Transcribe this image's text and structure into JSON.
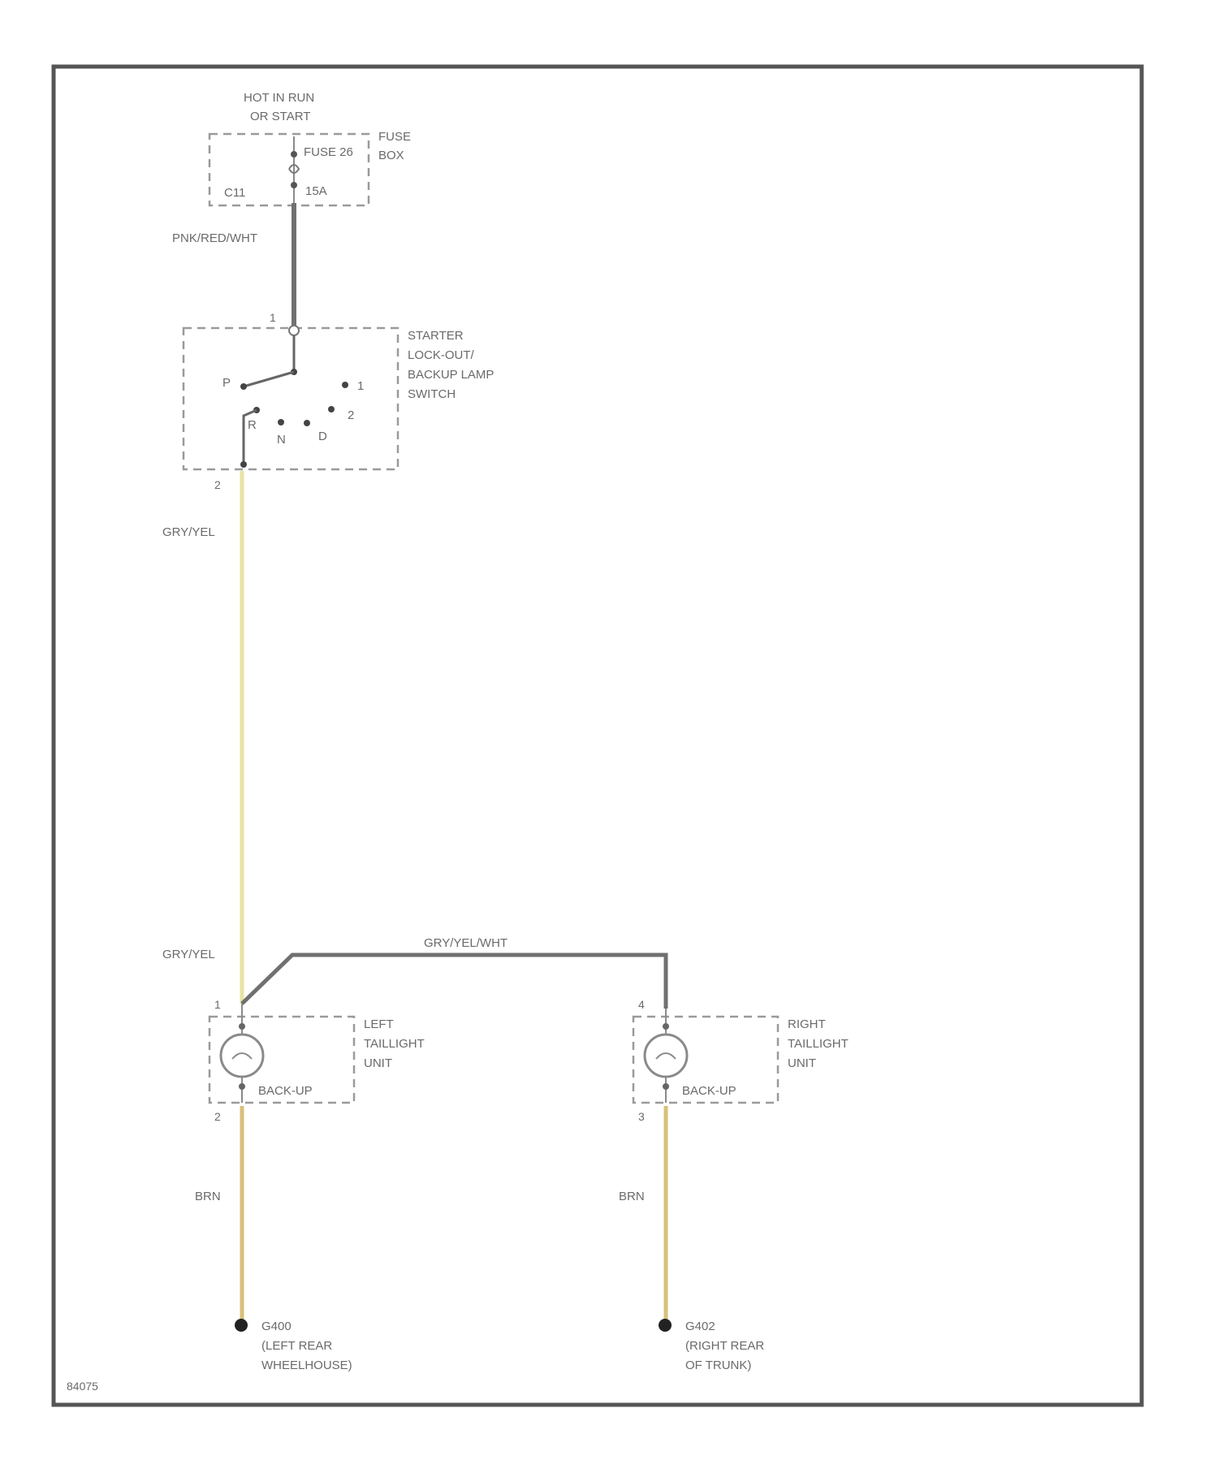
{
  "fuse_box": {
    "supply_label_line1": "HOT IN RUN",
    "supply_label_line2": "OR START",
    "fuse_label": "FUSE 26",
    "box_label_line1": "FUSE",
    "box_label_line2": "BOX",
    "left_label": "C11",
    "rating_label": "15A"
  },
  "wires": {
    "supply": "PNK/RED/WHT",
    "switch_out": "GRY/YEL",
    "taillight_feed": "GRY/YEL",
    "crossover": "GRY/YEL/WHT",
    "left_ground": "BRN",
    "right_ground": "BRN"
  },
  "colors": {
    "wire_dark": "#707070",
    "wire_yellow": "#e8e2a6",
    "wire_brown": "#d8c07a",
    "frame": "#555555",
    "component": "#9a9a9a"
  },
  "switch": {
    "name_line1": "STARTER",
    "name_line2": "LOCK-OUT/",
    "name_line3": "BACKUP LAMP",
    "name_line4": "SWITCH",
    "pin_in": "1",
    "pin_out": "2",
    "pos_p": "P",
    "pos_1": "1",
    "pos_2": "2",
    "pos_r": "R",
    "pos_n": "N",
    "pos_d": "D"
  },
  "left_taillight": {
    "name_line1": "LEFT",
    "name_line2": "TAILLIGHT",
    "name_line3": "UNIT",
    "bulb_label": "BACK-UP",
    "pin_top": "1",
    "pin_bottom": "2"
  },
  "right_taillight": {
    "name_line1": "RIGHT",
    "name_line2": "TAILLIGHT",
    "name_line3": "UNIT",
    "bulb_label": "BACK-UP",
    "pin_top": "4",
    "pin_bottom": "3"
  },
  "left_ground": {
    "code": "G400",
    "line2": "(LEFT REAR",
    "line3": "WHEELHOUSE)"
  },
  "right_ground": {
    "code": "G402",
    "line2": "(RIGHT REAR",
    "line3": "OF TRUNK)"
  },
  "figure_id": "84075"
}
